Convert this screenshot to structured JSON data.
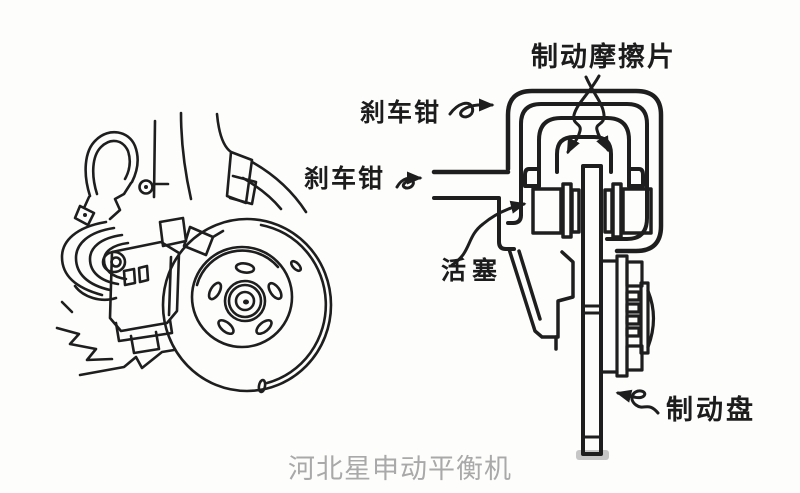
{
  "meta": {
    "ink_color": "#1e1e1e",
    "background_color": "#fdfdfc",
    "shadow_color": "#c6c6c6",
    "caption_color": "#a9a9a9"
  },
  "diagram": {
    "labels": {
      "brake_pads": "制动摩擦片",
      "caliper_top": "刹车钳",
      "caliper_mid": "刹车钳",
      "piston": "活塞",
      "disc": "制动盘"
    }
  },
  "caption": {
    "text": "河北星申动平衡机"
  }
}
